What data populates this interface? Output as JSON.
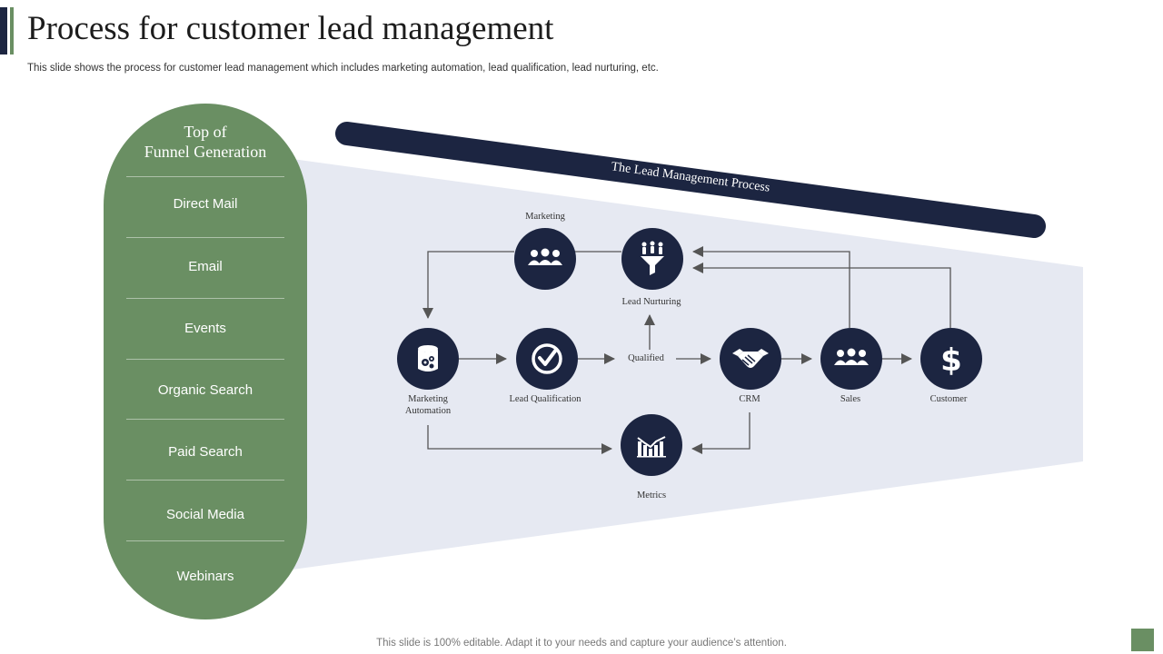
{
  "header": {
    "title": "Process for customer lead management",
    "subtitle": "This slide shows the process for customer lead management which includes marketing automation, lead qualification, lead nurturing, etc."
  },
  "funnel": {
    "heading_line1": "Top of",
    "heading_line2": "Funnel Generation",
    "items": [
      "Direct Mail",
      "Email",
      "Events",
      "Organic Search",
      "Paid Search",
      "Social Media",
      "Webinars"
    ]
  },
  "process": {
    "banner": "The Lead Management Process",
    "nodes": {
      "marketing": "Marketing",
      "lead_nurturing": "Lead Nurturing",
      "marketing_automation_line1": "Marketing",
      "marketing_automation_line2": "Automation",
      "lead_qualification": "Lead Qualification",
      "qualified": "Qualified",
      "crm": "CRM",
      "sales": "Sales",
      "customer": "Customer",
      "metrics": "Metrics"
    }
  },
  "footer": {
    "text": "This slide is 100% editable. Adapt it to your needs and capture your audience’s attention."
  },
  "icons": {
    "marketing": "people-group-icon",
    "lead_nurturing": "funnel-people-icon",
    "marketing_automation": "database-gear-icon",
    "lead_qualification": "check-badge-icon",
    "crm": "handshake-icon",
    "sales": "people-group-icon",
    "customer": "dollar-icon",
    "metrics": "bar-chart-icon"
  },
  "colors": {
    "navy": "#1c2541",
    "green": "#6a8f63",
    "funnel_fill": "#e6e9f2",
    "arrow": "#555555"
  }
}
